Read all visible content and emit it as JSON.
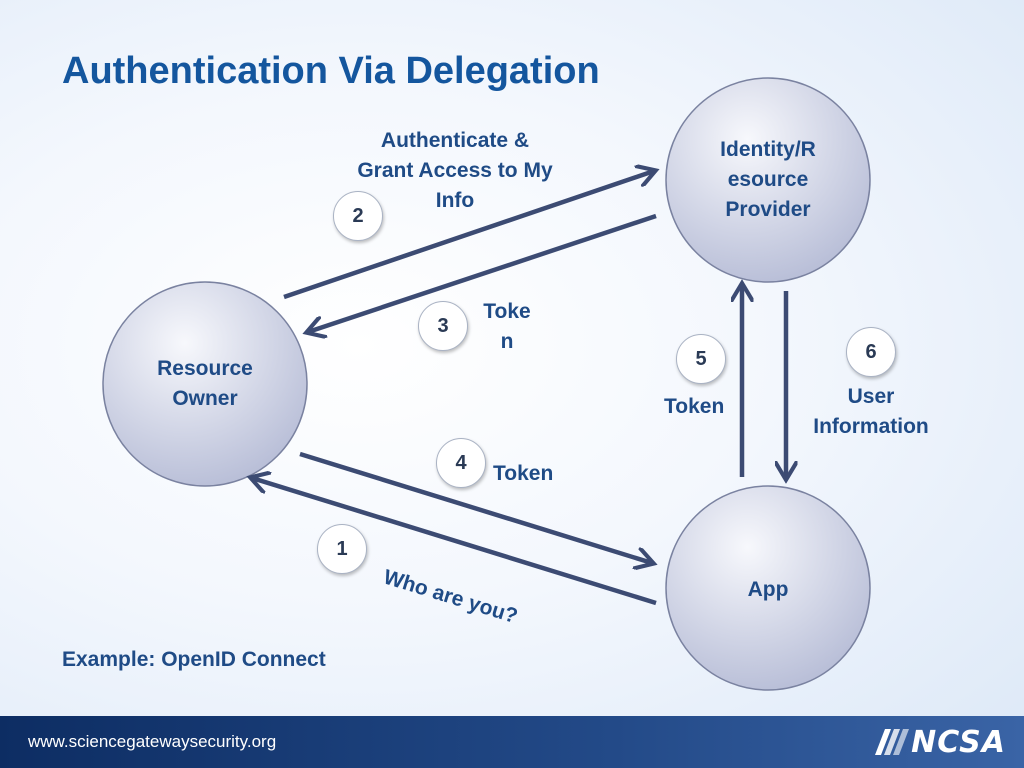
{
  "slide": {
    "title": "Authentication Via Delegation",
    "example": "Example: OpenID Connect",
    "footer_url": "www.sciencegatewaysecurity.org",
    "logo_text": "NCSA"
  },
  "nodes": {
    "resource_owner": "Resource Owner",
    "identity_provider": "Identity/R esource Provider",
    "app": "App"
  },
  "steps": [
    {
      "number": "1",
      "label": "Who are you?"
    },
    {
      "number": "2",
      "label": "Authenticate & Grant Access to My Info"
    },
    {
      "number": "3",
      "label": "Toke n"
    },
    {
      "number": "4",
      "label": "Token"
    },
    {
      "number": "5",
      "label": "Token"
    },
    {
      "number": "6",
      "label": "User Information"
    }
  ],
  "colors": {
    "title": "#14569e",
    "arrow": "#3c4b73",
    "node_fill_top": "#f4f5fb",
    "node_fill_bottom": "#b9bfd8",
    "footer": "#0d2d63"
  }
}
